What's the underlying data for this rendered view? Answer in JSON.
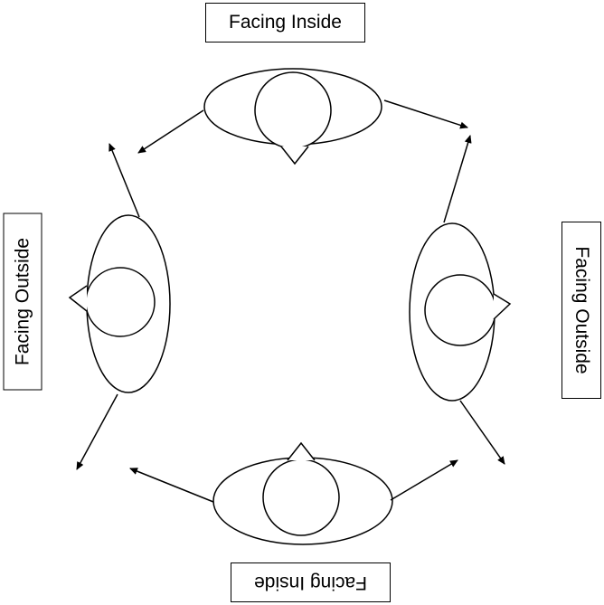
{
  "labels": {
    "top": "Facing Inside",
    "bottom": "Facing Inside",
    "left": "Facing Outside",
    "right": "Facing Outside"
  },
  "colors": {
    "stroke": "#000000",
    "background": "#ffffff"
  },
  "figures": [
    {
      "id": "top",
      "facing": "inside"
    },
    {
      "id": "right",
      "facing": "outside"
    },
    {
      "id": "bottom",
      "facing": "inside"
    },
    {
      "id": "left",
      "facing": "outside"
    }
  ]
}
